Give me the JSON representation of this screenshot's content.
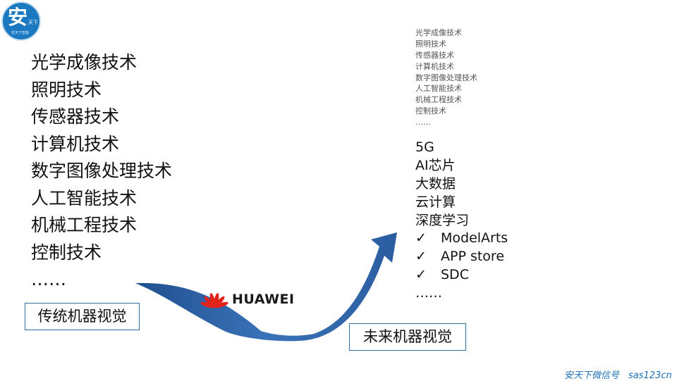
{
  "logo": {
    "main_char": "安",
    "sub_text": "天下",
    "tiny_text": "安天下智能"
  },
  "left_list": [
    "光学成像技术",
    "照明技术",
    "传感器技术",
    "计算机技术",
    "数字图像处理技术",
    "人工智能技术",
    "机械工程技术",
    "控制技术",
    "……"
  ],
  "box_left_label": "传统机器视觉",
  "small_list": [
    "光学成像技术",
    "照明技术",
    "传感器技术",
    "计算机技术",
    "数字图像处理技术",
    "人工智能技术",
    "机械工程技术",
    "控制技术",
    "……"
  ],
  "mid_list": [
    {
      "check": "",
      "label": "5G"
    },
    {
      "check": "",
      "label": "AI芯片"
    },
    {
      "check": "",
      "label": "大数据"
    },
    {
      "check": "",
      "label": "云计算"
    },
    {
      "check": "",
      "label": "深度学习"
    },
    {
      "check": "✓",
      "label": "ModelArts"
    },
    {
      "check": "✓",
      "label": "APP store"
    },
    {
      "check": "✓",
      "label": "SDC"
    },
    {
      "check": "",
      "label": "……"
    }
  ],
  "box_right_label": "未来机器视觉",
  "brand": {
    "name": "HUAWEI",
    "color": "#e2231a"
  },
  "watermark": "安天下微信号　sas123cn",
  "colors": {
    "arrow": "#2e5f9f",
    "logo_bg": "#1b79c2",
    "watermark": "#1f6db2"
  }
}
